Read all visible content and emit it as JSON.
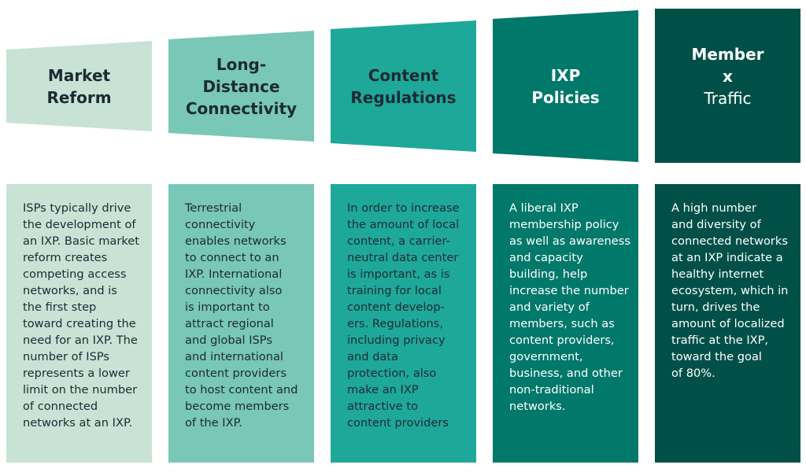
{
  "colors": {
    "col1": "#c8e3d6",
    "col2": "#79c7b6",
    "col3": "#1ea89a",
    "col4": "#00786a",
    "col5": "#005047",
    "dark_text": "#1c2a33",
    "light_text": "#ffffff"
  },
  "columns": [
    {
      "title_lines": [
        "Market",
        "Reform"
      ],
      "body_lines": [
        "ISPs typically drive",
        "the development of",
        "an IXP. Basic market",
        "reform creates",
        "competing access",
        "networks, and is",
        "the first step",
        "toward creating the",
        "need for an IXP. The",
        "number of ISPs",
        "represents a lower",
        "limit on the number",
        "of connected",
        "networks at an IXP."
      ]
    },
    {
      "title_lines": [
        "Long-",
        "Distance",
        "Connectivity"
      ],
      "body_lines": [
        "Terrestrial",
        "connectivity",
        "enables networks",
        "to connect to an",
        "IXP. International",
        "connectivity also",
        "is important to",
        "attract regional",
        "and global ISPs",
        "and international",
        "content providers",
        "to host content and",
        "become members",
        "of the IXP."
      ]
    },
    {
      "title_lines": [
        "Content",
        "Regulations"
      ],
      "body_lines": [
        "In order to increase",
        "the amount of local",
        "content, a carrier-",
        "neutral data center",
        "is important, as is",
        "training for local",
        "content develop-",
        "ers. Regulations,",
        "including privacy",
        "and data",
        "protection, also",
        "make an IXP",
        "attractive to",
        "content providers"
      ]
    },
    {
      "title_lines": [
        "IXP",
        "Policies"
      ],
      "body_lines": [
        "A liberal IXP",
        "membership policy",
        "as well as awareness",
        "and capacity",
        "building, help",
        "increase the number",
        "and variety of",
        "members, such as",
        "content providers,",
        "government,",
        "business, and other",
        "non-traditional",
        "networks."
      ]
    },
    {
      "title_lines": [
        "Member",
        "x",
        "Traffic"
      ],
      "body_lines": [
        "A high number",
        "and diversity of",
        "connected networks",
        "at an IXP indicate a",
        "healthy internet",
        "ecosystem, which in",
        "turn, drives the",
        "amount of localized",
        "traffic at the IXP,",
        "toward the goal",
        "of 80%."
      ]
    }
  ]
}
